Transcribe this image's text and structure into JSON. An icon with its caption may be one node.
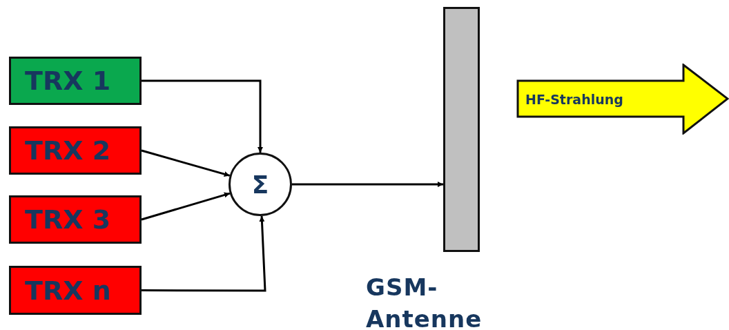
{
  "diagram": {
    "nodes": [
      {
        "text": [
          "TRX 1"
        ]
      },
      {
        "text": [
          "TRX 2"
        ]
      },
      {
        "text": [
          "TRX 3"
        ]
      },
      {
        "text": [
          "TRX n"
        ]
      },
      {
        "text": [
          "Σ"
        ]
      },
      {
        "text": [],
        "shape": "bar",
        "beside": [
          "GSM- Antenne"
        ]
      },
      {
        "text": [
          "HF-Strahlung"
        ]
      }
    ],
    "edges": [
      {
        "from": 0,
        "to": 4,
        "arrow": "to"
      },
      {
        "from": 1,
        "to": 4,
        "arrow": "to"
      },
      {
        "from": 2,
        "to": 4,
        "arrow": "to"
      },
      {
        "from": 3,
        "to": 4,
        "arrow": "to"
      },
      {
        "from": 4,
        "to": 5,
        "arrow": "to"
      }
    ]
  }
}
